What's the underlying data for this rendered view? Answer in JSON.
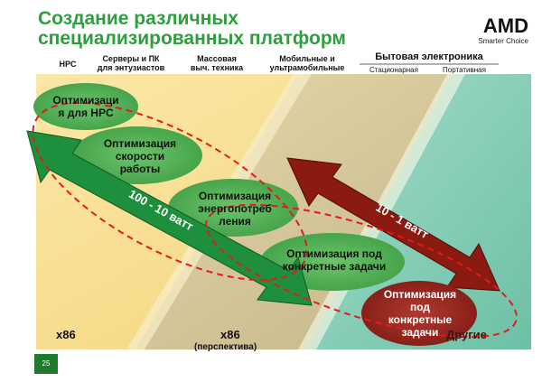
{
  "title": {
    "line1": "Создание различных",
    "line2": "специализированных платформ"
  },
  "logo": {
    "word": "AMD",
    "tagline": "Smarter Choice"
  },
  "columns": {
    "hpc": "HPC",
    "servers_line1": "Серверы и ПК",
    "servers_line2": "для энтузиастов",
    "mass_line1": "Массовая",
    "mass_line2": "выч. техника",
    "mobile_line1": "Мобильные и",
    "mobile_line2": "ультрамобильные",
    "consumer": "Бытовая электроника",
    "stationary": "Стационарная",
    "portable": "Портативная"
  },
  "ovals": {
    "o1_line1": "Оптимизаци",
    "o1_line2": "я для HPC",
    "o2_line1": "Оптимизация",
    "o2_line2": "скорости",
    "o2_line3": "работы",
    "o3_line1": "Оптимизация",
    "o3_line2": "энергопотреб",
    "o3_line3": "ления",
    "o4_line1": "Оптимизация под",
    "o4_line2": "конкретные задачи",
    "o5_line1": "Оптимизация",
    "o5_line2": "под",
    "o5_line3": "конкретные",
    "o5_line4": "задачи"
  },
  "arrows": {
    "green_label": "100 - 10 ватт",
    "red_label": "10 - 1 ватт"
  },
  "bottom": {
    "x86_left": "x86",
    "x86_mid": "x86",
    "perspective": "(перспектива)",
    "other": "Другие"
  },
  "page_number": "25",
  "colors": {
    "title_green": "#2e9e3e",
    "zone_yellow": "#f7dc8a",
    "zone_tan": "#d6c79a",
    "zone_teal": "#8ccfba",
    "oval_green": "#4caf50",
    "arrow_green": "#1e8f3c",
    "arrow_red": "#8b1a10",
    "dashed_red": "#e21b1b"
  }
}
